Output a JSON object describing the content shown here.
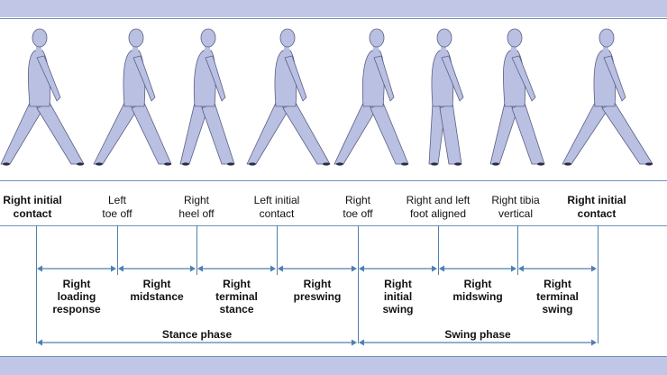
{
  "events": [
    {
      "label": "Right initial\ncontact",
      "bold": true
    },
    {
      "label": "Left\ntoe off",
      "bold": false
    },
    {
      "label": "Right\nheel off",
      "bold": false
    },
    {
      "label": "Left initial\ncontact",
      "bold": false
    },
    {
      "label": "Right\ntoe off",
      "bold": false
    },
    {
      "label": "Right and left\nfoot aligned",
      "bold": false
    },
    {
      "label": "Right tibia\nvertical",
      "bold": false
    },
    {
      "label": "Right initial\ncontact",
      "bold": true
    }
  ],
  "phases": [
    "Right\nloading\nresponse",
    "Right\nmidstance",
    "Right\nterminal\nstance",
    "Right\npreswing",
    "Right\ninitial\nswing",
    "Right\nmidswing",
    "Right\nterminal\nswing"
  ],
  "periods": [
    {
      "label": "Stance phase"
    },
    {
      "label": "Swing phase"
    }
  ],
  "colors": {
    "figure_fill": "#b9c0e2",
    "figure_stroke": "#5a5f86",
    "line": "#4f7fb0",
    "band": "#c2c6e6"
  }
}
